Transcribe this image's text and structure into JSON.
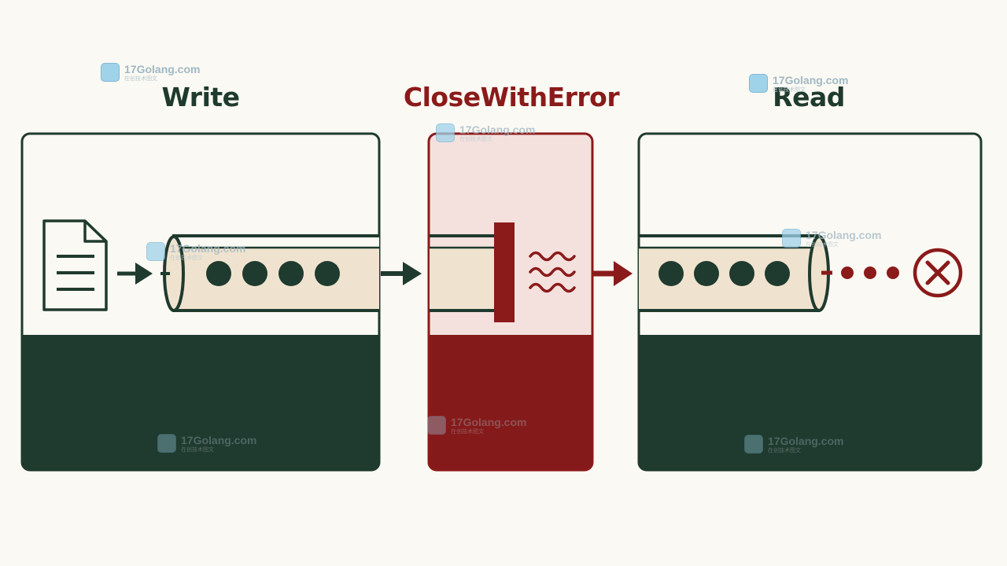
{
  "titles": {
    "write": "Write",
    "close": "CloseWithError",
    "read": "Read"
  },
  "watermark": {
    "site": "17Golang.com",
    "sub": "在创技术图文"
  },
  "icons": [
    "document-icon",
    "arrow-right-icon",
    "pipe-icon",
    "wave-icon",
    "error-x-icon"
  ],
  "colors": {
    "background": "#fbf9f3",
    "dark_green": "#1f3a2e",
    "dark_red": "#8b1a1a",
    "pink_panel": "#f4e1de",
    "pipe_fill": "#efe3cf"
  }
}
